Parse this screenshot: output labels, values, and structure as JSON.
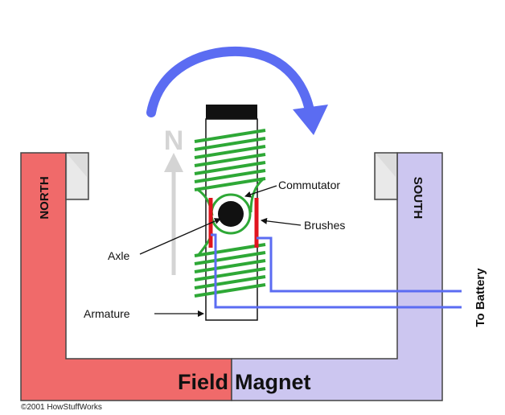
{
  "labels": {
    "north": "NORTH",
    "south": "SOUTH",
    "n_pole": "N",
    "commutator": "Commutator",
    "brushes": "Brushes",
    "axle": "Axle",
    "armature": "Armature",
    "to_battery": "To Battery",
    "field": "Field",
    "magnet": "Magnet",
    "copyright": "©2001 HowStuffWorks"
  },
  "colors": {
    "north_pole": "#f06a6a",
    "south_pole": "#ccc6f0",
    "coil": "#2ea836",
    "brush": "#e0141e",
    "wire": "#5b6cf2",
    "rotation_arrow": "#5b6cf2",
    "armature_cap": "#111111"
  }
}
